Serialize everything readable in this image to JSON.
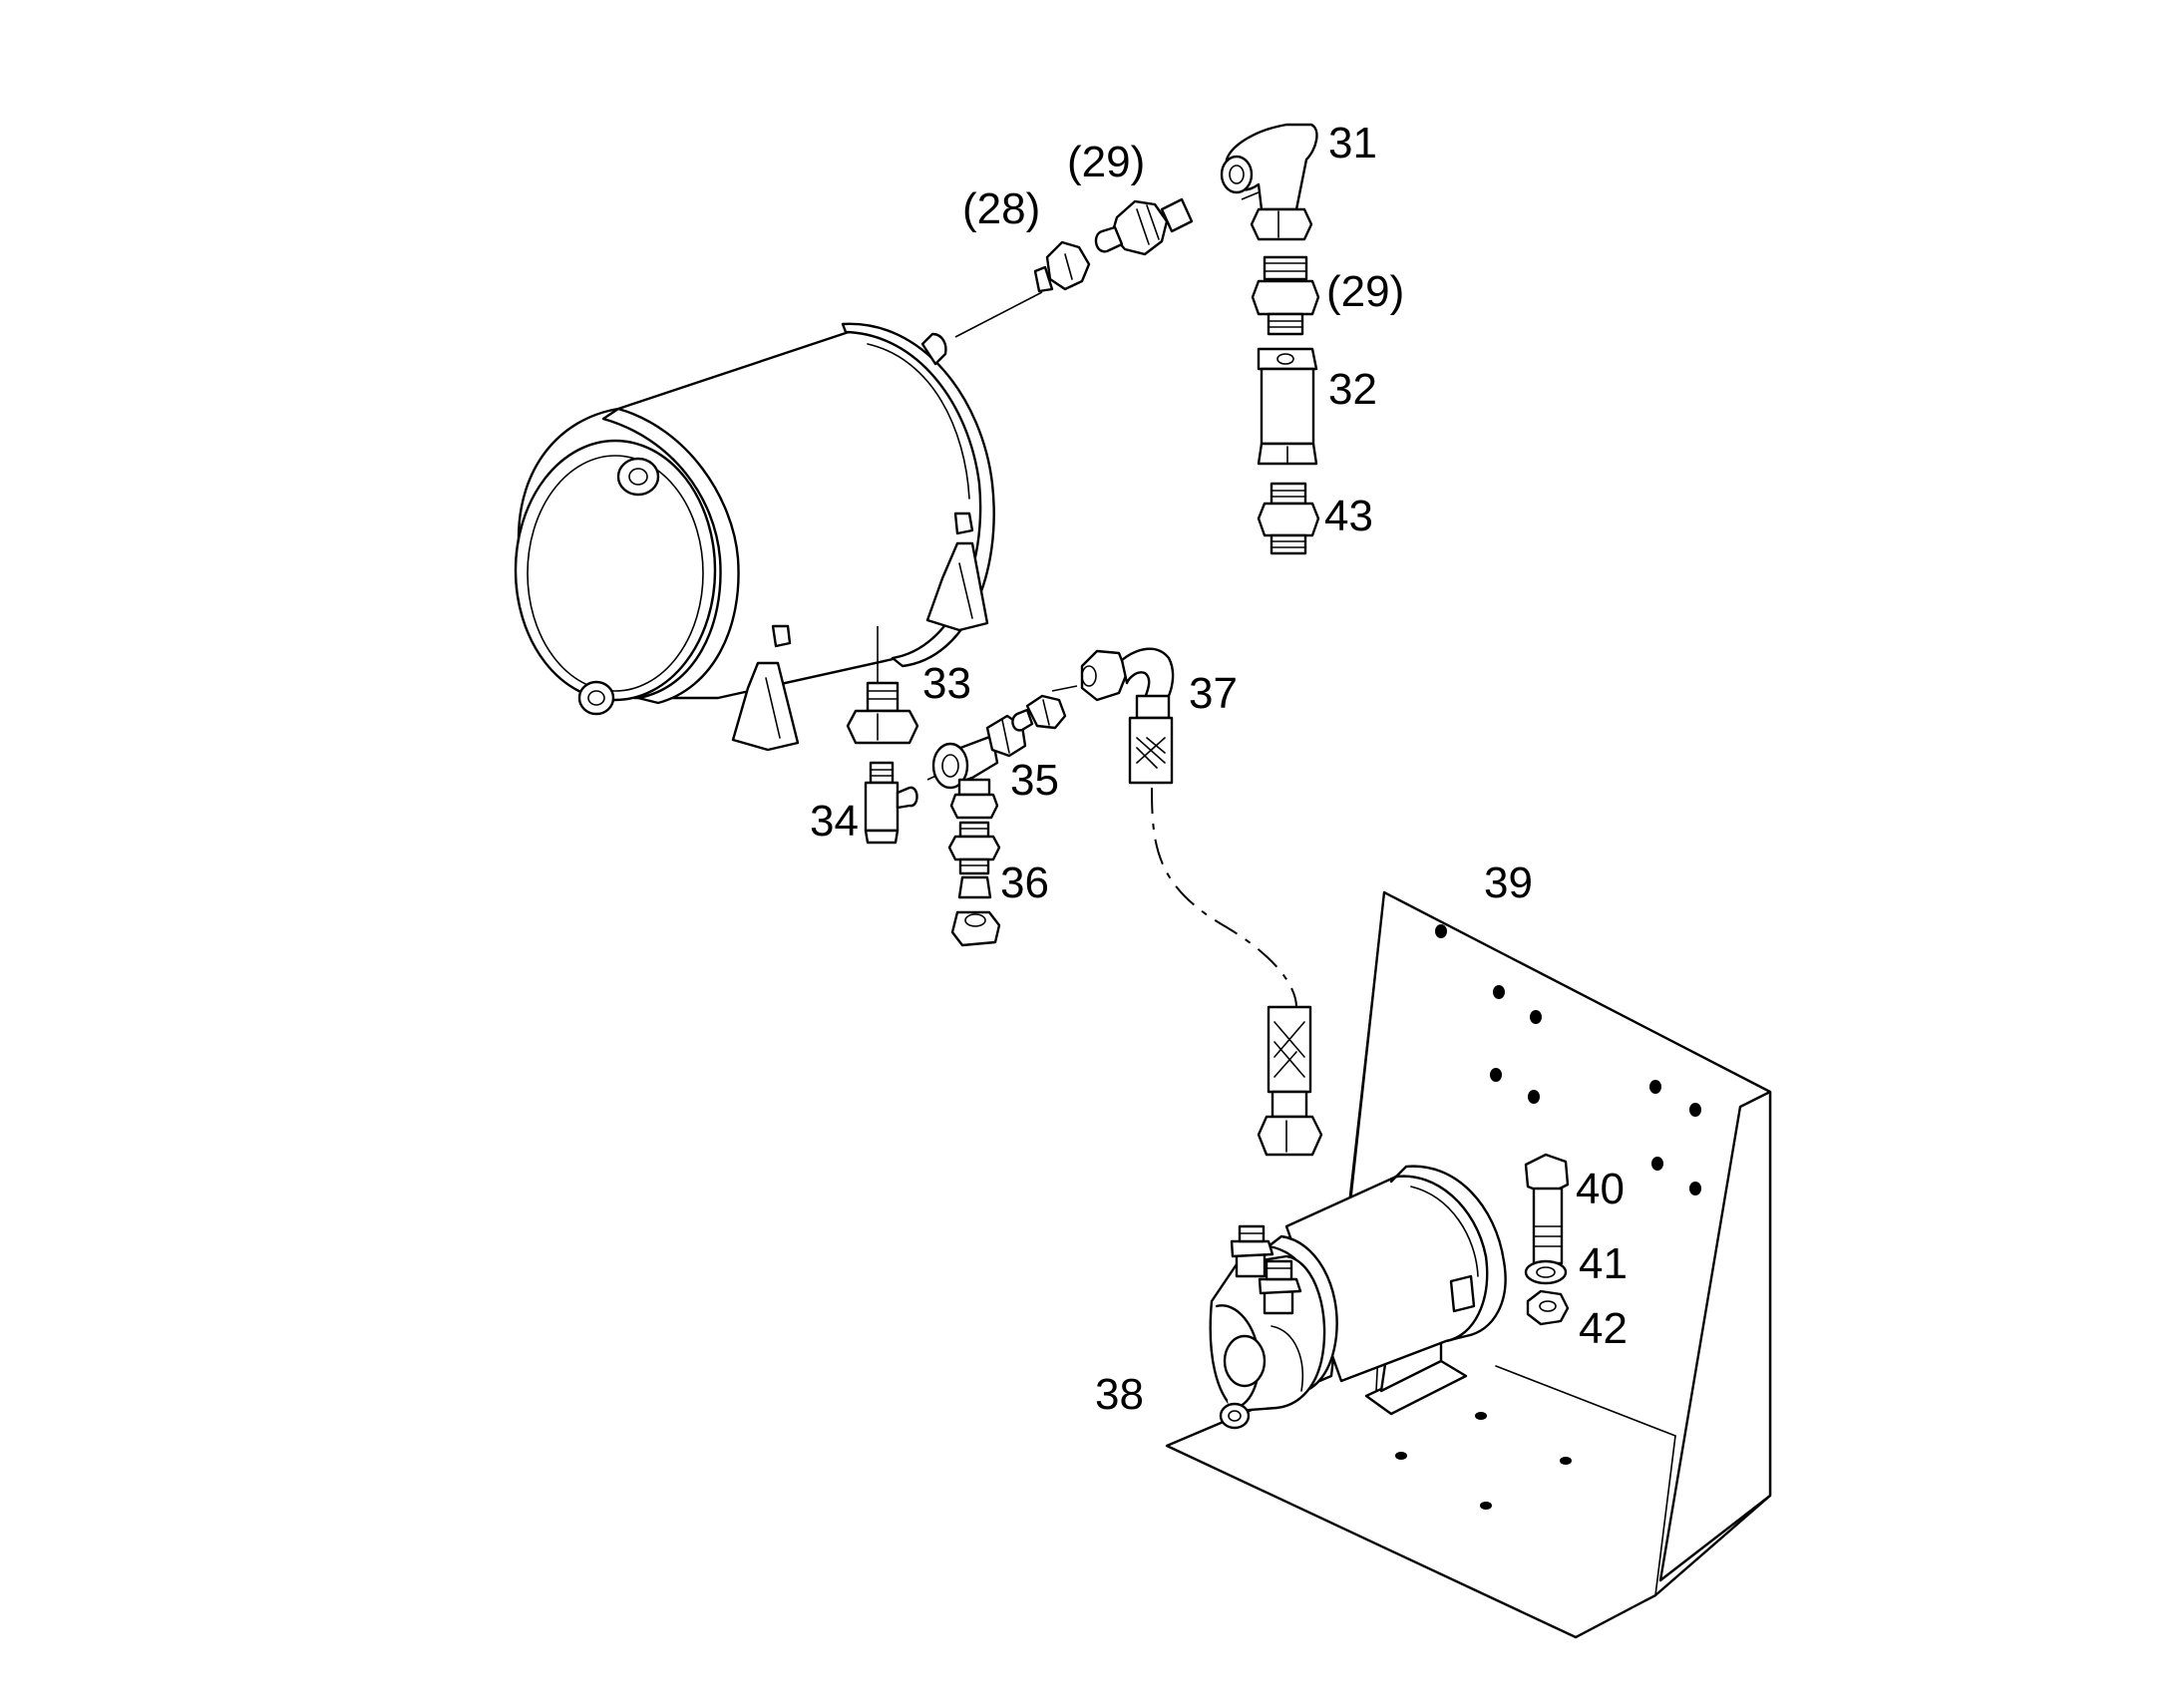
{
  "labels": {
    "p28": "(28)",
    "p29a": "(29)",
    "p29b": "(29)",
    "p31": "31",
    "p32": "32",
    "p33": "33",
    "p34": "34",
    "p35": "35",
    "p36": "36",
    "p37": "37",
    "p38": "38",
    "p39": "39",
    "p40": "40",
    "p41": "41",
    "p42": "42",
    "p43": "43"
  }
}
